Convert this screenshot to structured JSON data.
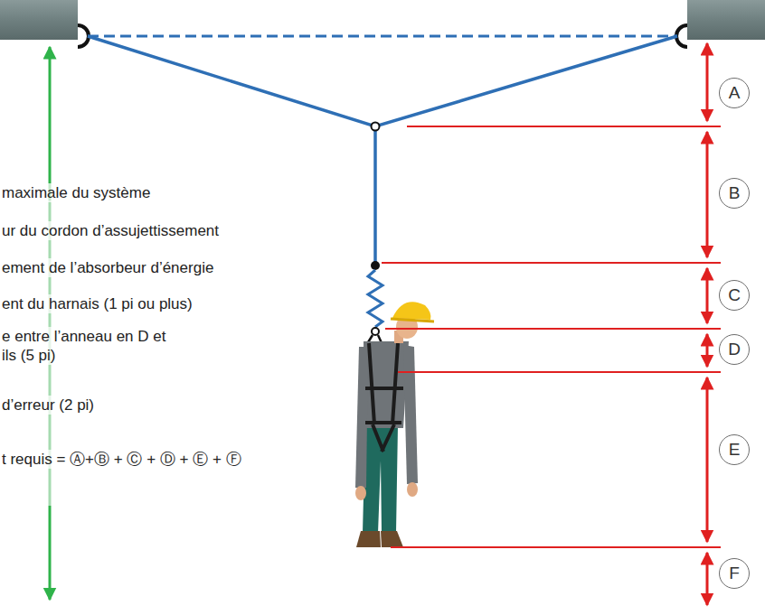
{
  "diagram": {
    "nodes": [
      {
        "text": [
          "A"
        ]
      },
      {
        "text": [
          "B"
        ]
      },
      {
        "text": [
          "C"
        ]
      },
      {
        "text": [
          "D"
        ]
      },
      {
        "text": [
          "E"
        ]
      },
      {
        "text": [
          "F"
        ]
      }
    ],
    "labels": [
      "maximale du système",
      "ur du cordon d’assujettissement",
      "ement de l’absorbeur d’énergie",
      "ent du harnais (1 pi ou plus)",
      "e entre l’anneau en D et ils (5 pi)",
      "d’erreur (2 pi)",
      "t requis = Ⓐ+Ⓑ + Ⓒ + Ⓓ + Ⓔ + Ⓕ"
    ]
  }
}
